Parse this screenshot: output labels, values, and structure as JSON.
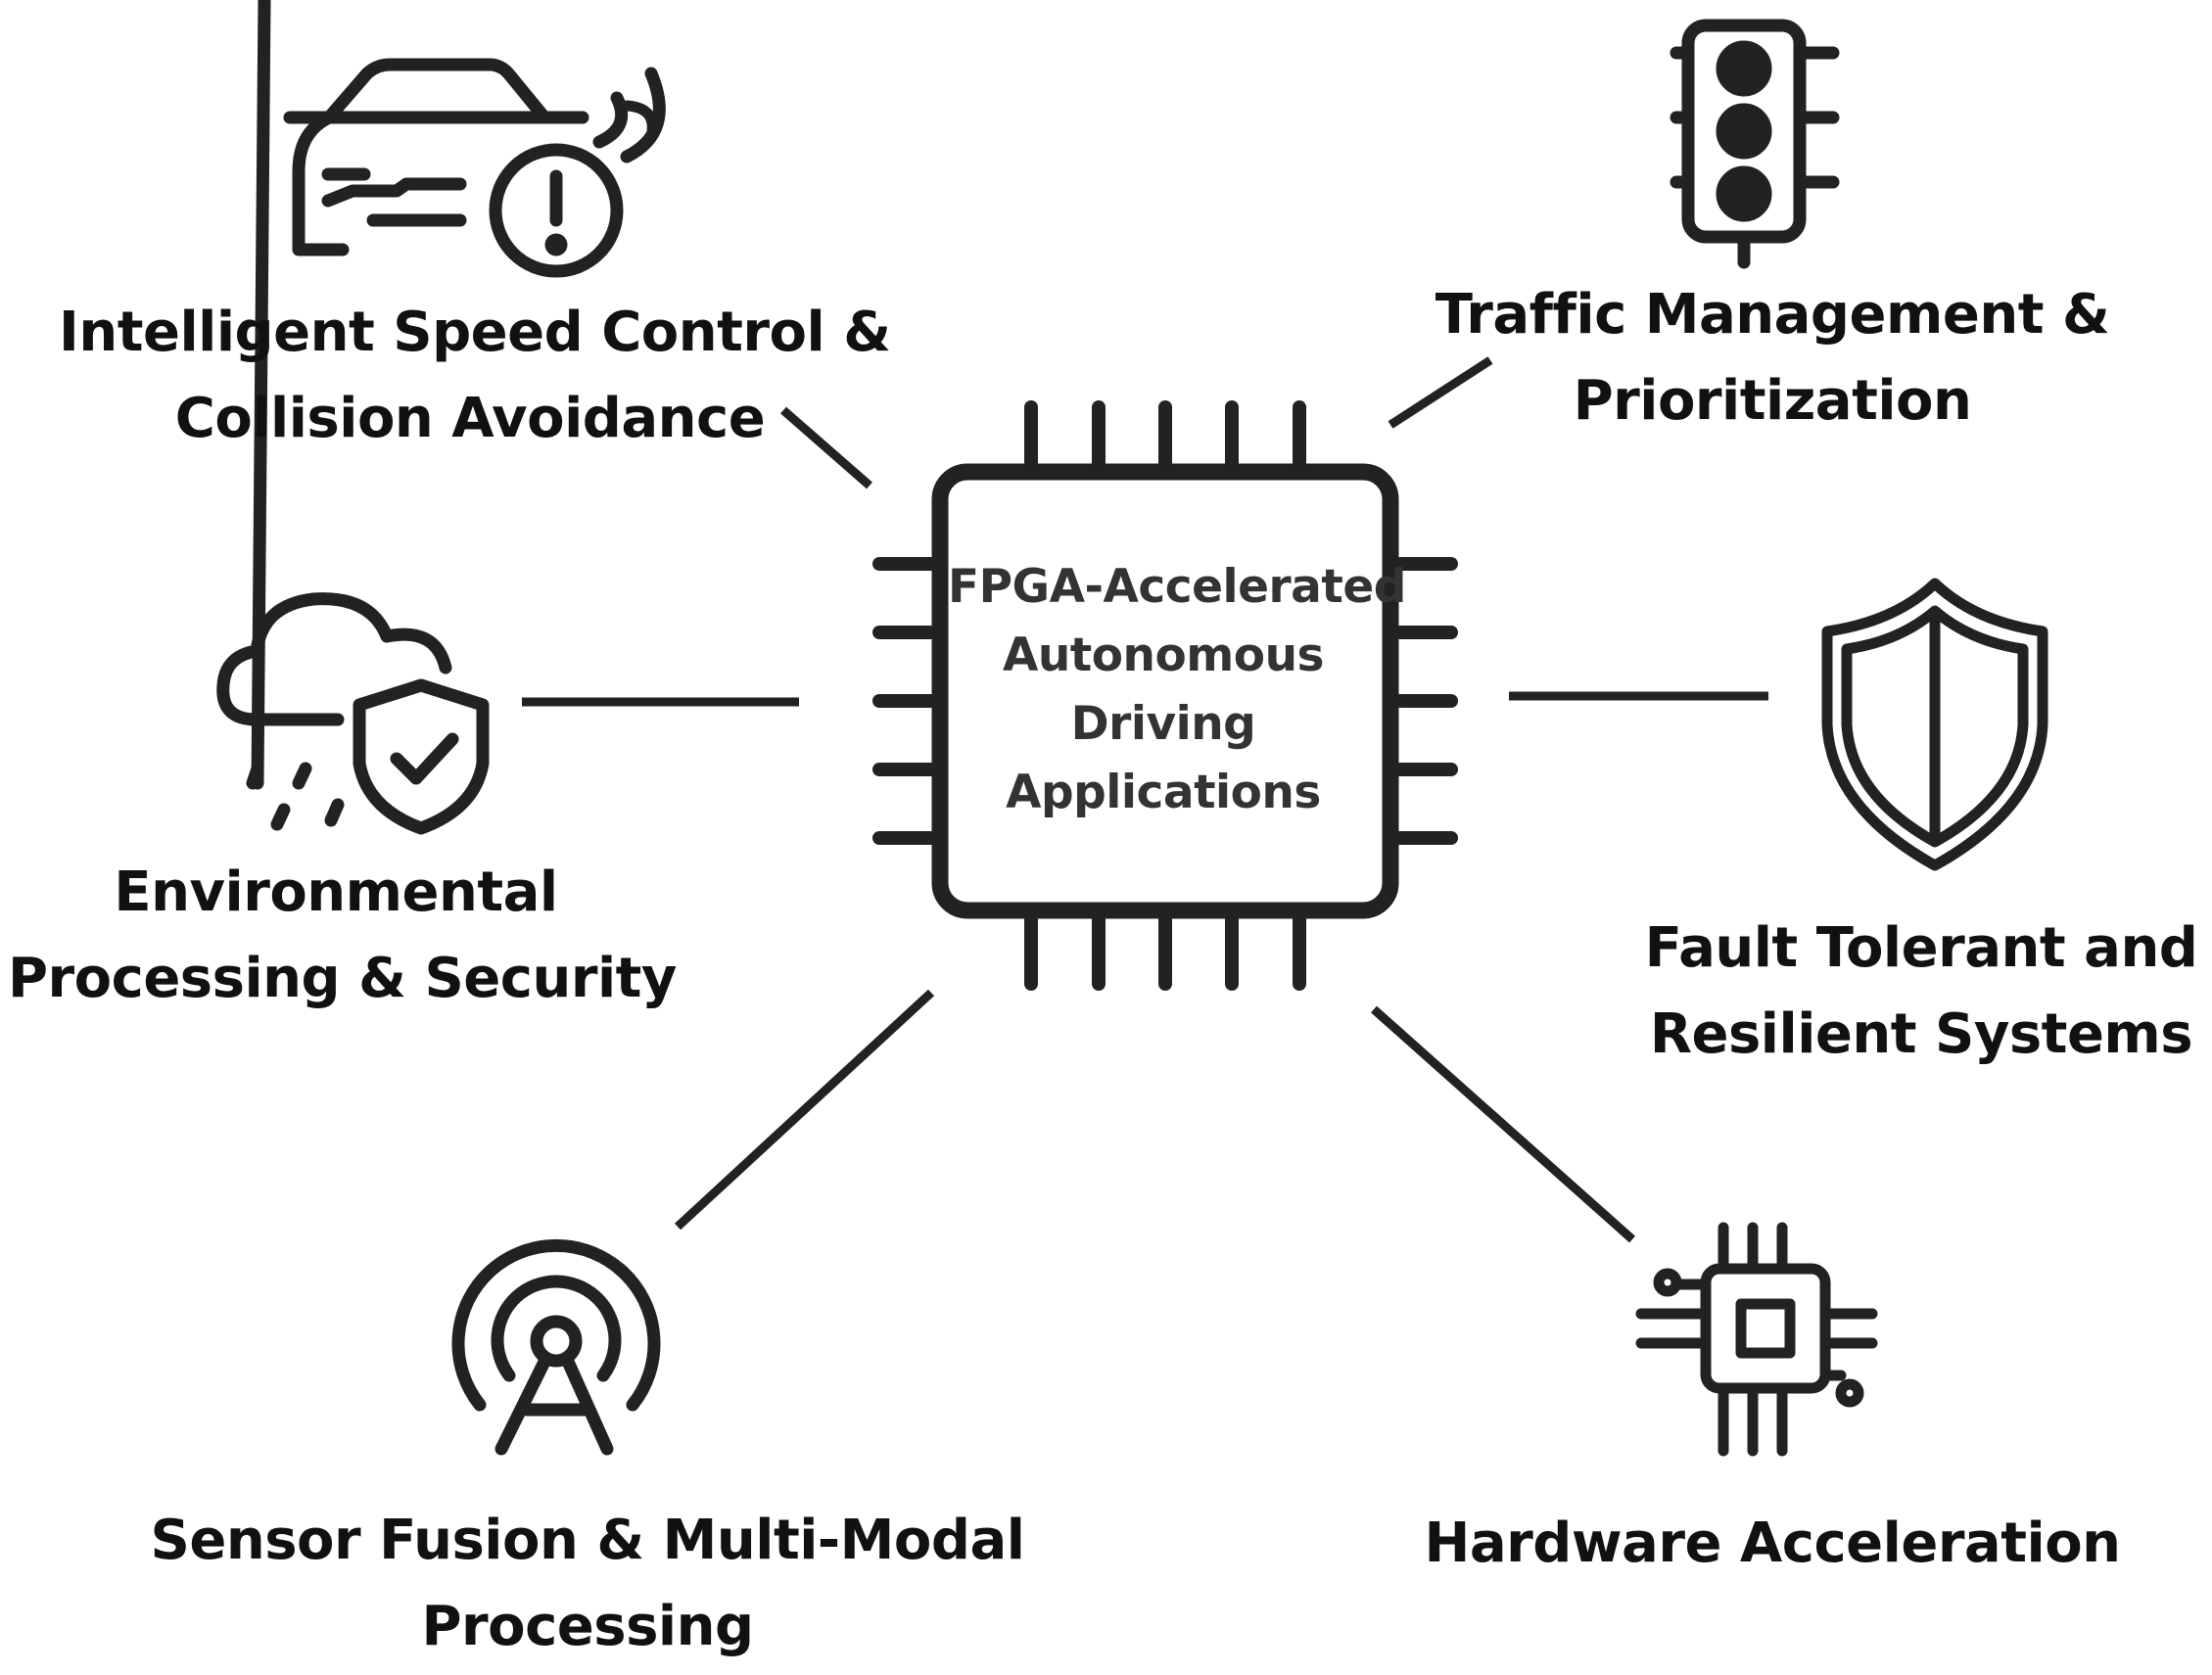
{
  "center": {
    "lines": [
      "FPGA-Accelerated",
      "Autonomous",
      "Driving",
      "Applications"
    ]
  },
  "nodes": [
    {
      "id": "speed",
      "icon": "car-alert-icon",
      "lines": [
        "Intelligent Speed Control &",
        "Collision Avoidance"
      ]
    },
    {
      "id": "traffic",
      "icon": "traffic-light-icon",
      "lines": [
        "Traffic Management &",
        "Prioritization"
      ]
    },
    {
      "id": "environmental",
      "icon": "cloud-rain-shield-icon",
      "lines": [
        "Environmental",
        "Processing & Security"
      ]
    },
    {
      "id": "fault",
      "icon": "shield-icon",
      "lines": [
        "Fault Tolerant and",
        "Resilient Systems"
      ]
    },
    {
      "id": "sensor",
      "icon": "antenna-tower-icon",
      "lines": [
        "Sensor Fusion & Multi-Modal",
        "Processing"
      ]
    },
    {
      "id": "hardware",
      "icon": "processor-chip-icon",
      "lines": [
        "Hardware Acceleration"
      ]
    }
  ],
  "colors": {
    "stroke": "#222222",
    "text": "#111111",
    "center_text": "#333333",
    "background": "#ffffff"
  }
}
